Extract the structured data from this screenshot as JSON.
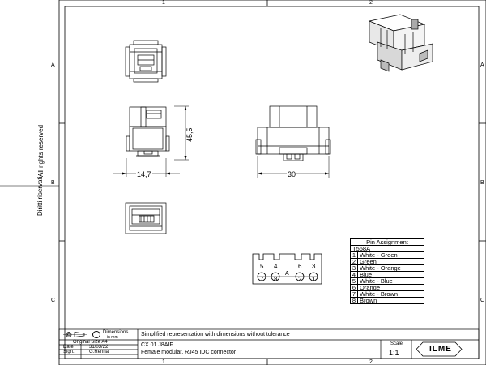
{
  "side_text": {
    "rights": "All rights reserved",
    "rights_de": "Diritti riservati"
  },
  "grid": {
    "columns": [
      "1",
      "2"
    ],
    "rows": [
      "A",
      "B",
      "C"
    ]
  },
  "dimensions": {
    "height": "45,5",
    "width_side": "14,7",
    "width_front": "30"
  },
  "pin_diagram": {
    "top_labels": [
      "5",
      "4",
      "6",
      "3"
    ],
    "center_label": "A",
    "bottom_labels": [
      "7",
      "8",
      "2",
      "1"
    ]
  },
  "pin_assignment": {
    "title": "Pin Assignment",
    "standard": "T568A",
    "pins": [
      {
        "num": "1",
        "color": "White - Green"
      },
      {
        "num": "2",
        "color": "Green"
      },
      {
        "num": "3",
        "color": "White - Orange"
      },
      {
        "num": "4",
        "color": "Blue"
      },
      {
        "num": "5",
        "color": "White - Blue"
      },
      {
        "num": "6",
        "color": "Orange"
      },
      {
        "num": "7",
        "color": "White - Brown"
      },
      {
        "num": "8",
        "color": "Brown"
      }
    ]
  },
  "title_block": {
    "dimensions_label": "Dimensions",
    "dimensions_unit": "in mm",
    "note": "Simplified representation with dimensions without tolerance",
    "original_size": "Original Size A4",
    "date_label": "Date",
    "date_value": "31/03/22",
    "sign_label": "Sign.",
    "sign_value": "G.Renna",
    "part_code": "CX 01 J8AIF",
    "description": "Female modular, RJ45 IDC connector",
    "scale_label": "Scale",
    "scale_value": "1:1",
    "logo_text": "ILME"
  }
}
